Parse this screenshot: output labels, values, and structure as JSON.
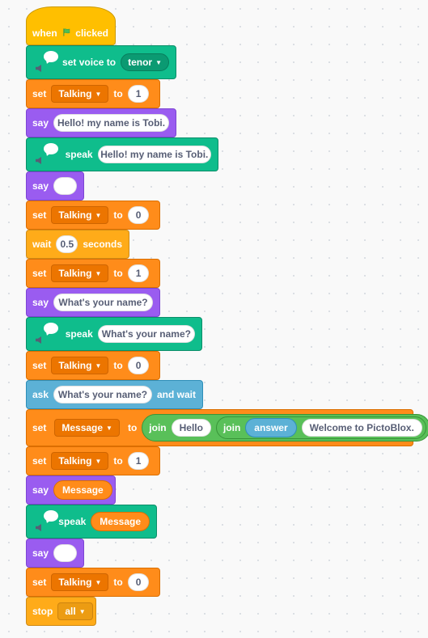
{
  "script": {
    "hat": {
      "when": "when",
      "clicked": "clicked",
      "icon": "green-flag-icon"
    },
    "b1": {
      "label": "set voice to",
      "voice": "tenor"
    },
    "b2": {
      "set": "set",
      "var": "Talking",
      "to": "to",
      "value": "1"
    },
    "b3": {
      "say": "say",
      "text": "Hello! my name is Tobi."
    },
    "b4": {
      "label": "speak",
      "text": "Hello! my name is Tobi."
    },
    "b5": {
      "say": "say",
      "text": ""
    },
    "b6": {
      "set": "set",
      "var": "Talking",
      "to": "to",
      "value": "0"
    },
    "b7": {
      "wait": "wait",
      "value": "0.5",
      "seconds": "seconds"
    },
    "b8": {
      "set": "set",
      "var": "Talking",
      "to": "to",
      "value": "1"
    },
    "b9": {
      "say": "say",
      "text": "What's your name?"
    },
    "b10": {
      "label": "speak",
      "text": "What's your name?"
    },
    "b11": {
      "set": "set",
      "var": "Talking",
      "to": "to",
      "value": "0"
    },
    "b12": {
      "ask": "ask",
      "text": "What's your name?",
      "and_wait": "and wait"
    },
    "b13": {
      "set": "set",
      "var": "Message",
      "to": "to",
      "join1": "join",
      "hello": "Hello",
      "join2": "join",
      "answer": "answer",
      "welcome": "Welcome to PictoBlox."
    },
    "b14": {
      "set": "set",
      "var": "Talking",
      "to": "to",
      "value": "1"
    },
    "b15": {
      "say": "say",
      "reporter": "Message"
    },
    "b16": {
      "label": "speak",
      "reporter": "Message"
    },
    "b17": {
      "say": "say",
      "text": ""
    },
    "b18": {
      "set": "set",
      "var": "Talking",
      "to": "to",
      "value": "0"
    },
    "b19": {
      "stop": "stop",
      "option": "all"
    }
  },
  "colors": {
    "looks": "#9a5cf0",
    "variables": "#ff8c1a",
    "events": "#ffbf00",
    "control": "#ffab19",
    "sensing": "#5cb1d6",
    "text_to_speech": "#0fbd8c",
    "operators": "#59c059"
  }
}
